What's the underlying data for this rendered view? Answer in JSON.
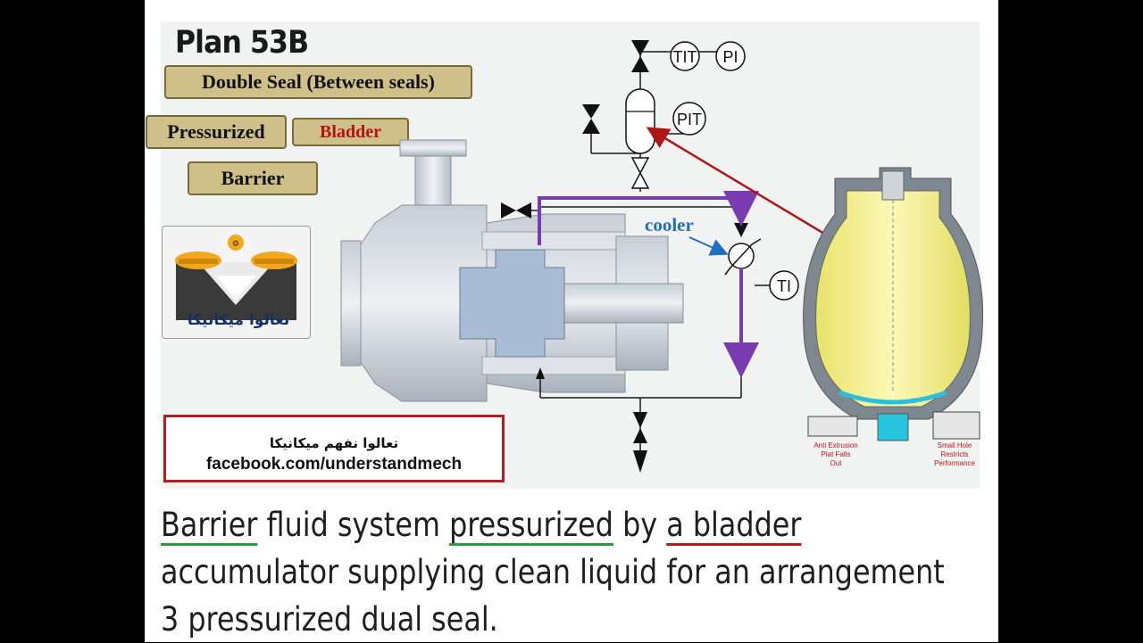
{
  "title": "Plan 53B",
  "tags": {
    "double_seal": "Double Seal  (Between seals)",
    "pressurized": "Pressurized",
    "bladder": "Bladder",
    "barrier": "Barrier"
  },
  "labels": {
    "cooler": "cooler",
    "instruments": {
      "tit": "TIT",
      "pi": "PI",
      "pit": "PIT",
      "ti": "TI"
    },
    "anti_extrusion": [
      "Anti Extrusion",
      "Plat Falls",
      "Out"
    ],
    "small_hole": [
      "Small Hole",
      "Restricts",
      "Performance"
    ]
  },
  "logo": {
    "arabic_text": "تعالوا ميكانيكا"
  },
  "facebook_box": {
    "arabic": "تعالوا نفهم ميكانيكا",
    "url": "facebook.com/understandmech"
  },
  "caption": {
    "line1_parts": [
      "Barrier",
      " fluid system ",
      "pressurized",
      " by ",
      "a bladder"
    ],
    "line2": "accumulator supplying clean liquid for an arrangement",
    "line3": "3 pressurized dual seal."
  },
  "colors": {
    "purple_line": "#7b3bb0",
    "red_arrow": "#b01515",
    "cooler_blue": "#1f6fc0",
    "tag_fill": "#cfc08a",
    "bladder_yellow": "#f7f3a0"
  }
}
